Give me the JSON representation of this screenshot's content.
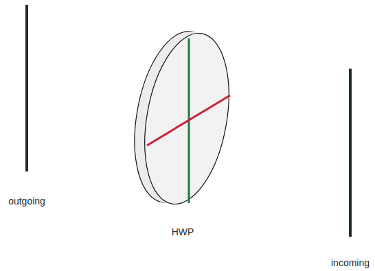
{
  "diagram": {
    "labels": [
      "outgoing",
      "HWP",
      "incoming"
    ]
  }
}
